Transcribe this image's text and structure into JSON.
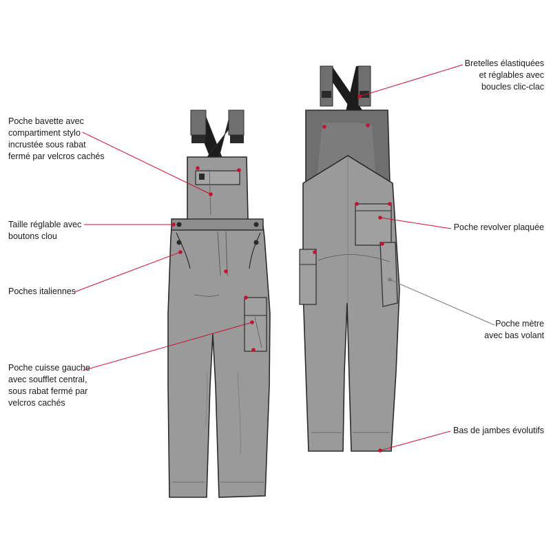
{
  "colors": {
    "fabric": "#9a9a9a",
    "fabric_dark": "#6f6f6f",
    "outline": "#2a2a2a",
    "strap": "#1c1c1c",
    "leader": "#c8102e",
    "leader_grey": "#7a7a7a"
  },
  "callouts": {
    "bib_pocket": [
      "Poche bavette avec",
      "compartiment stylo",
      "incrustée sous rabat",
      "fermé par velcros cachés"
    ],
    "waist": [
      "Taille réglable avec",
      "boutons clou"
    ],
    "italian_pockets": [
      "Poches italiennes"
    ],
    "thigh_pocket": [
      "Poche cuisse gauche",
      "avec soufflet central,",
      "sous rabat fermé par",
      "velcros cachés"
    ],
    "straps": [
      "Bretelles élastiquées",
      "et réglables avec",
      "boucles clic-clac"
    ],
    "back_pocket": [
      "Poche revolver plaquée"
    ],
    "rule_pocket": [
      "Poche mètre",
      "avec bas volant"
    ],
    "leg_hems": [
      "Bas de jambes évolutifs"
    ]
  }
}
